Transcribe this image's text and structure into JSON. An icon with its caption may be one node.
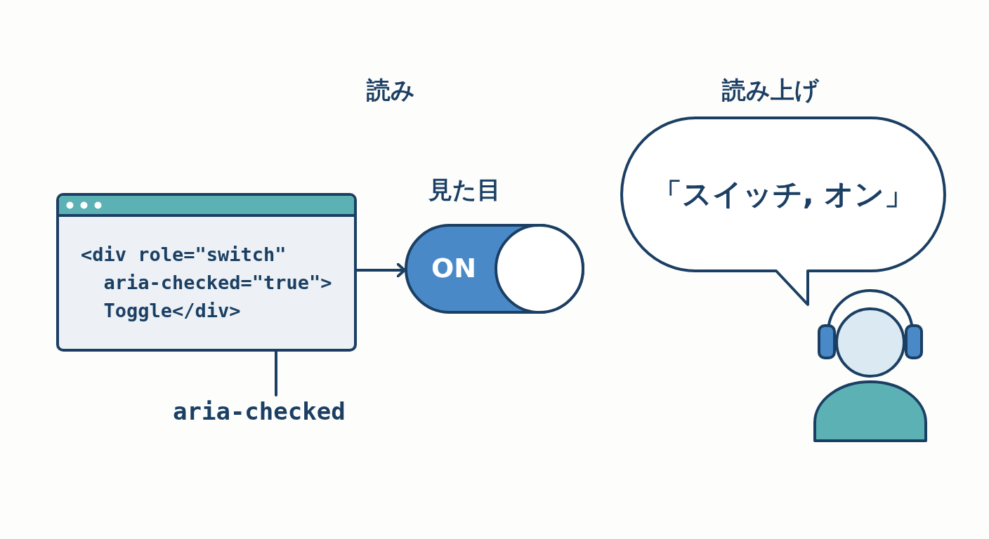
{
  "diagram": {
    "nodes": [
      {
        "text": [
          "<div role=\"switch\" aria-checked=\"true\"> Toggle</div>"
        ]
      },
      {
        "text": [
          "ON"
        ],
        "beside": [
          "見た目"
        ]
      },
      {
        "text": [
          "aria-checked"
        ]
      },
      {
        "text": [
          "「スイッチ, オン」"
        ],
        "beside": [
          "読み上げ"
        ]
      },
      {
        "text": [],
        "shape": "person"
      }
    ],
    "edges": [
      {
        "from": 0,
        "to": 1,
        "arrow": "to"
      },
      {
        "from": 2,
        "to": 0,
        "arrow": "none"
      }
    ],
    "labels": [
      "読み"
    ]
  }
}
